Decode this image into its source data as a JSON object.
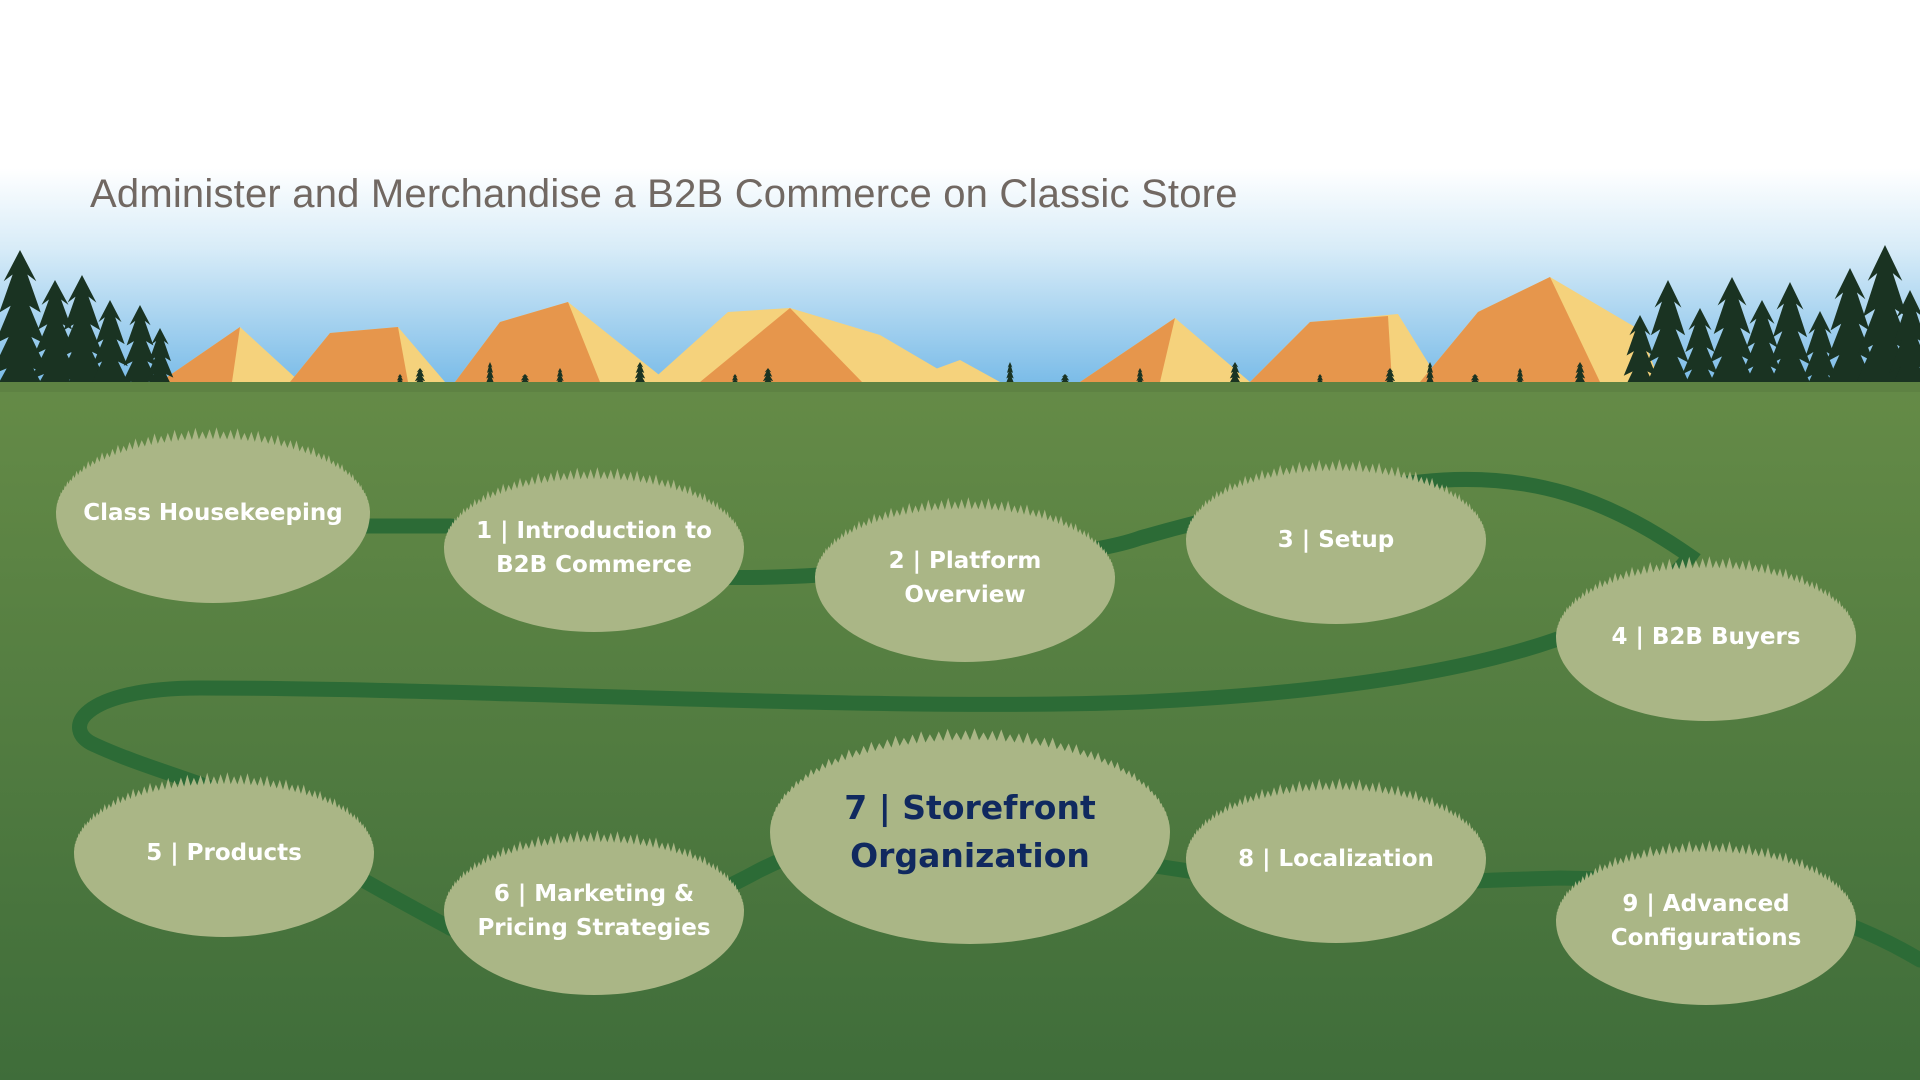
{
  "title": "Administer and Merchandise a B2B Commerce on Classic Store",
  "colors": {
    "sky_top": "#ffffff",
    "sky_bottom": "#6fb6e6",
    "mountain_light": "#f5d27c",
    "mountain_dark": "#e6964c",
    "tree": "#1a3322",
    "ground_top": "#648a46",
    "ground_bottom": "#3f6e3a",
    "path": "#2c6b36",
    "bubble": "#aab686",
    "label": "#ffffff",
    "label_highlight": "#10295f"
  },
  "nodes": [
    {
      "id": "housekeeping",
      "label": "Class Housekeeping",
      "highlight": false
    },
    {
      "id": "module-1",
      "label": "1 | Introduction to\nB2B Commerce",
      "highlight": false
    },
    {
      "id": "module-2",
      "label": "2 | Platform\nOverview",
      "highlight": false
    },
    {
      "id": "module-3",
      "label": "3 | Setup",
      "highlight": false
    },
    {
      "id": "module-4",
      "label": "4 | B2B Buyers",
      "highlight": false
    },
    {
      "id": "module-5",
      "label": "5 | Products",
      "highlight": false
    },
    {
      "id": "module-6",
      "label": "6 | Marketing &\nPricing Strategies",
      "highlight": false
    },
    {
      "id": "module-7",
      "label": "7 | Storefront\nOrganization",
      "highlight": true
    },
    {
      "id": "module-8",
      "label": "8 | Localization",
      "highlight": false
    },
    {
      "id": "module-9",
      "label": "9 | Advanced\nConfigurations",
      "highlight": false
    }
  ]
}
